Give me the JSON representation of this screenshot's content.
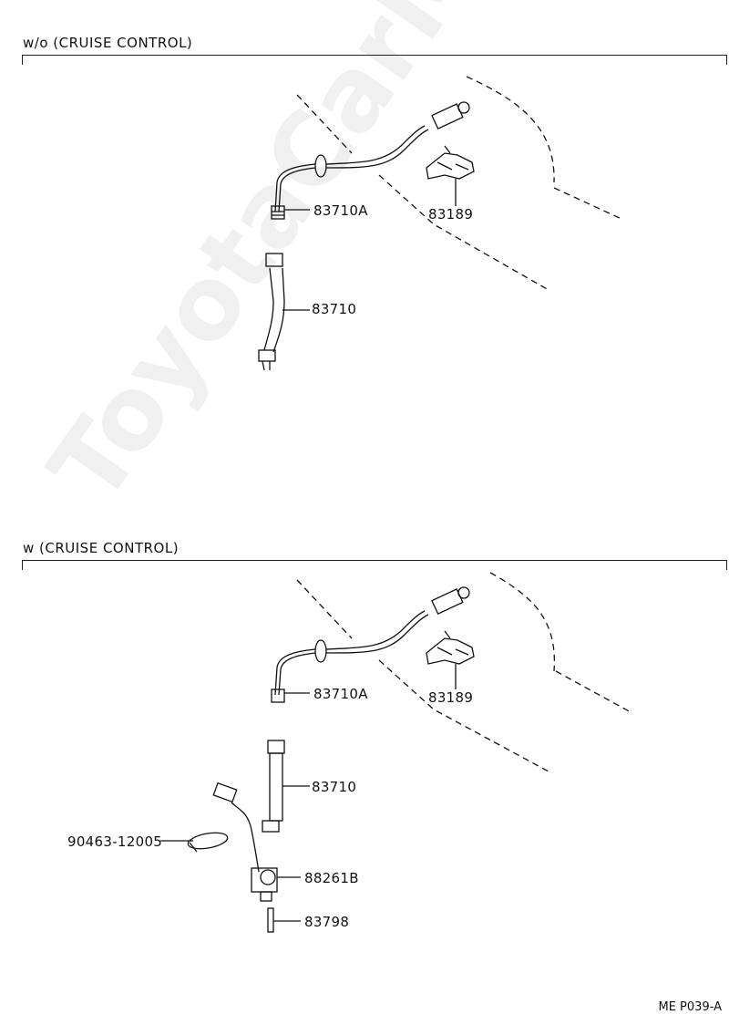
{
  "sections": [
    {
      "title": "w/o (CRUISE CONTROL)",
      "labels": {
        "upper_cable": "83710A",
        "sensor": "83189",
        "lower_cable": "83710"
      }
    },
    {
      "title": "w (CRUISE CONTROL)",
      "labels": {
        "upper_cable": "83710A",
        "sensor": "83189",
        "lower_cable": "83710",
        "clamp": "90463-12005",
        "sensor_unit": "88261B",
        "pin": "83798"
      }
    }
  ],
  "footer": "ME P039-A",
  "watermark": "ToyotaCarMine.ru"
}
